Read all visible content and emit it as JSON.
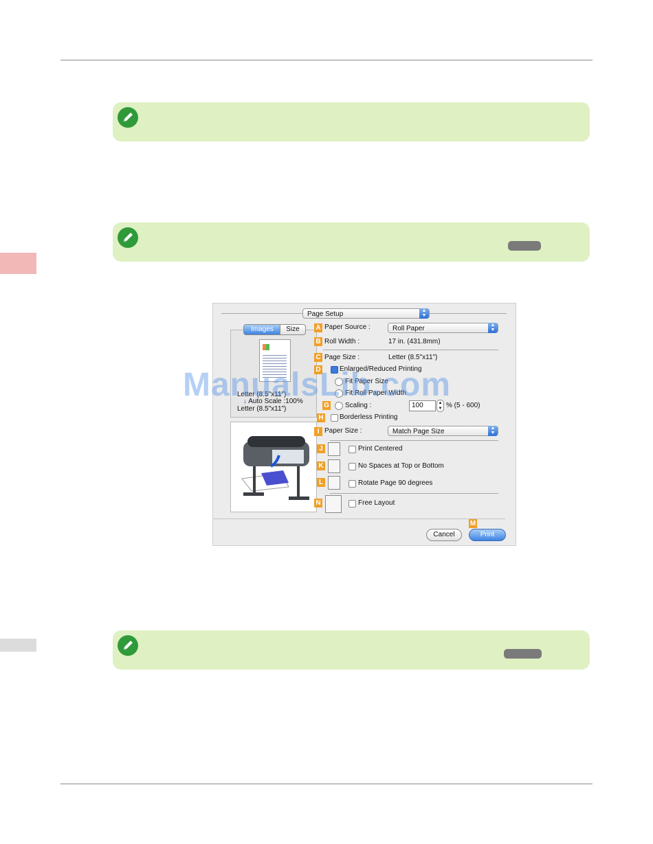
{
  "watermark": "ManualsLib.com",
  "dialog": {
    "title": "Page Setup",
    "tabs": [
      "Images",
      "Size"
    ],
    "preview": {
      "size_line": "Letter (8.5\"x11\")",
      "scale_line": "Auto Scale :100%",
      "bottom_line": "Letter (8.5\"x11\")"
    },
    "badges": {
      "A": "A",
      "B": "B",
      "C": "C",
      "D": "D",
      "G": "G",
      "H": "H",
      "I": "I",
      "J": "J",
      "K": "K",
      "L": "L",
      "M": "M",
      "N": "N"
    },
    "paper_source": {
      "label": "Paper Source :",
      "value": "Roll Paper"
    },
    "roll_width": {
      "label": "Roll Width :",
      "value": "17 in. (431.8mm)"
    },
    "page_size": {
      "label": "Page Size :",
      "value": "Letter (8.5\"x11\")"
    },
    "enlarged": "Enlarged/Reduced Printing",
    "fit_paper": "Fit Paper Size",
    "fit_roll": "Fit Roll Paper Width",
    "scaling": {
      "label": "Scaling :",
      "value": "100",
      "range": "% (5 - 600)"
    },
    "borderless": "Borderless Printing",
    "paper_size": {
      "label": "Paper Size :",
      "value": "Match Page Size"
    },
    "print_centered": "Print Centered",
    "no_spaces": "No Spaces at Top or Bottom",
    "rotate": "Rotate Page 90 degrees",
    "free_layout": "Free Layout",
    "cancel": "Cancel",
    "print": "Print"
  }
}
